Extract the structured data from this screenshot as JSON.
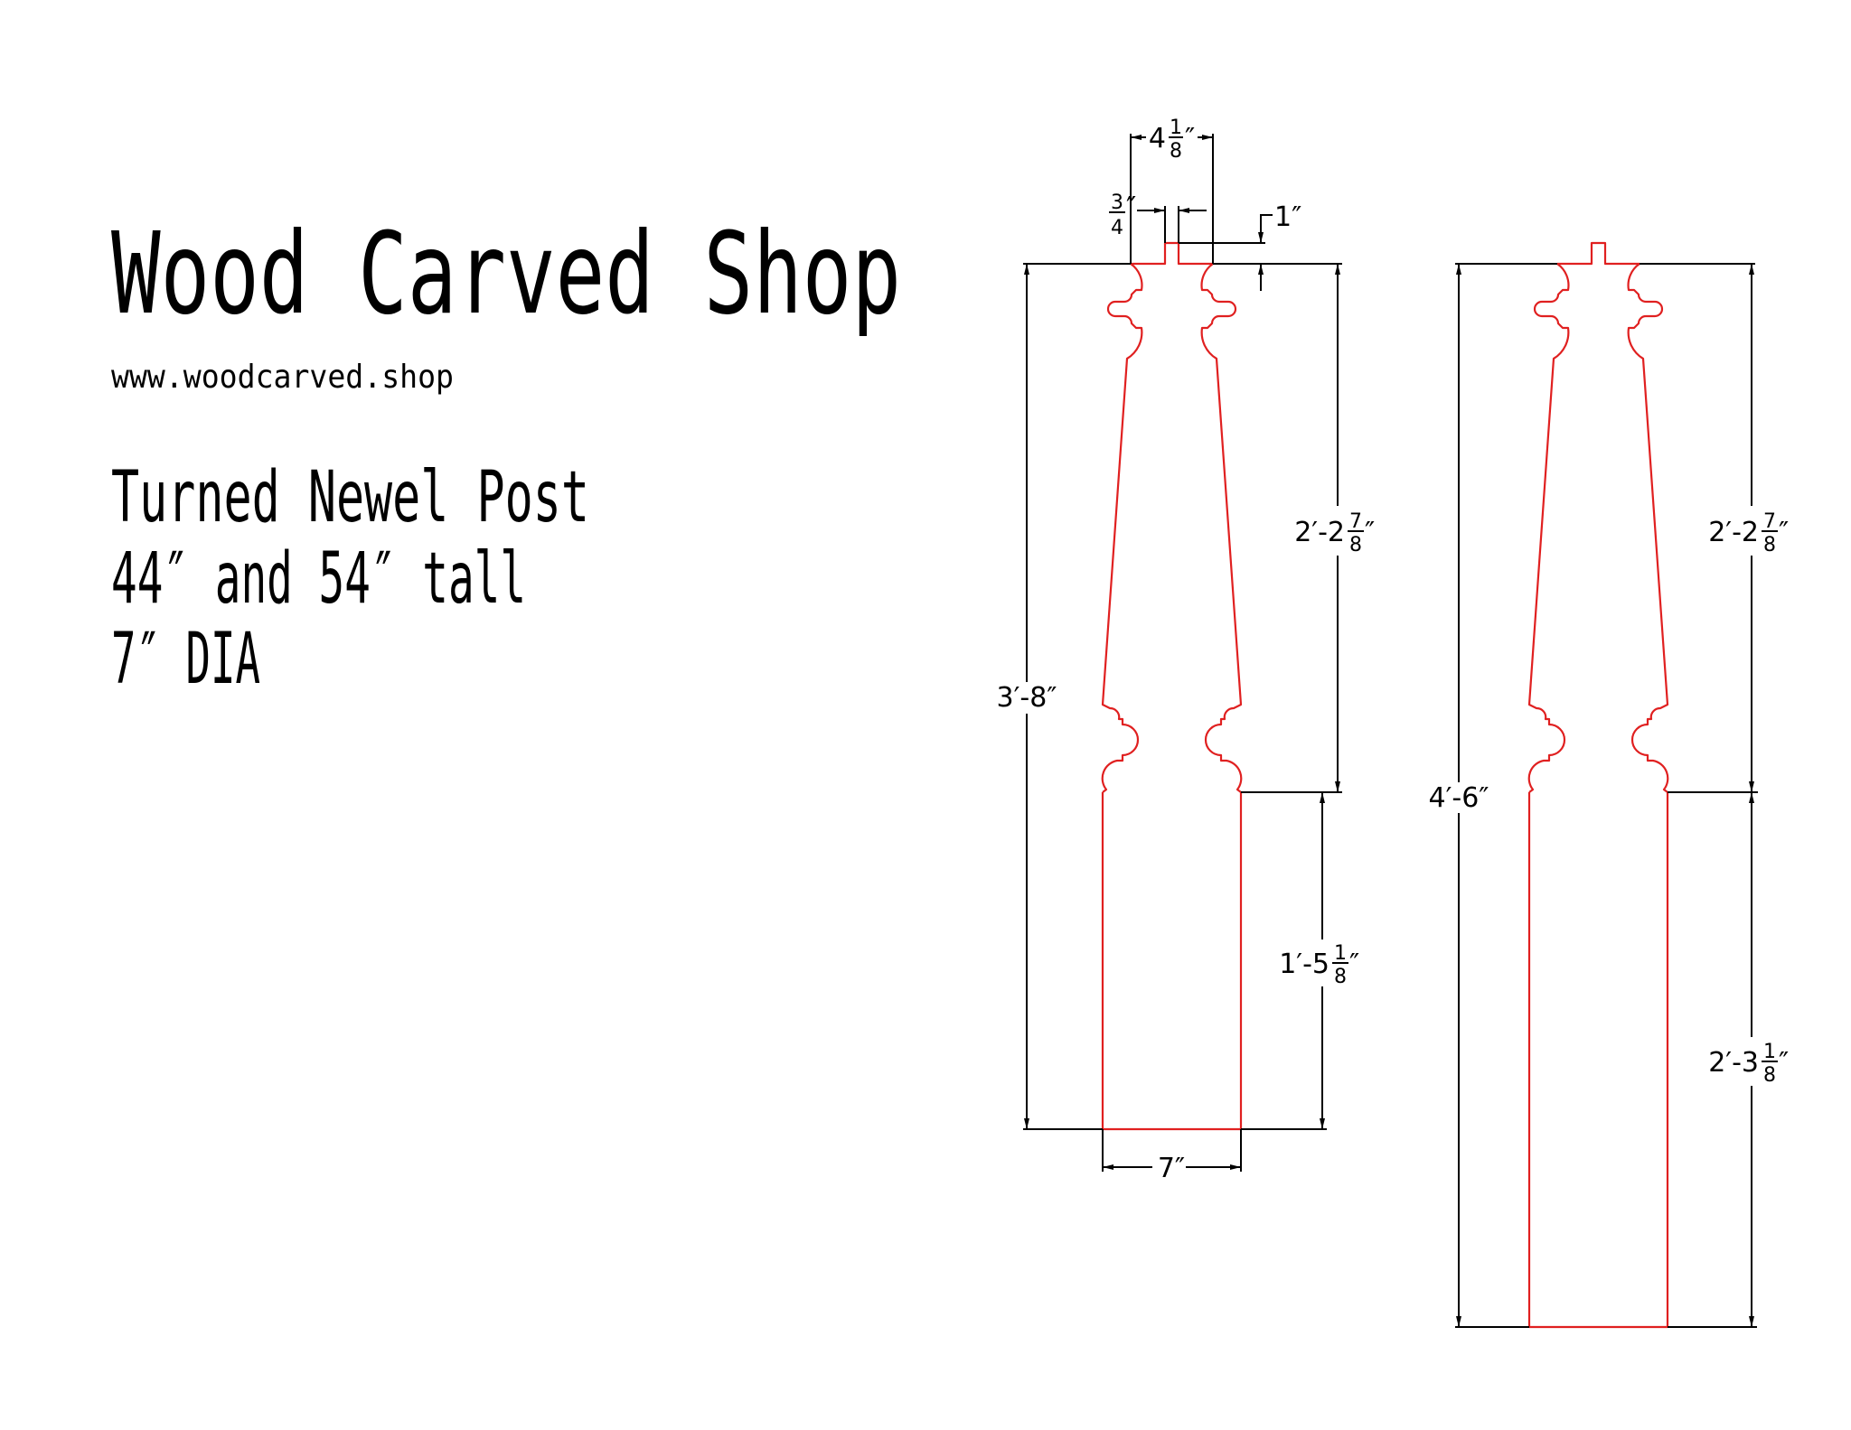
{
  "title": "Wood Carved Shop",
  "url": "www.woodcarved.shop",
  "description": [
    "Turned Newel Post",
    "44″ and 54″ tall",
    "7″ DIA"
  ],
  "colors": {
    "profile": "#e02020",
    "dimension": "#000000",
    "background": "#ffffff"
  },
  "dimensions": {
    "top_width": {
      "whole": "4",
      "num": "1",
      "den": "8",
      "unit": "″"
    },
    "tenon_width": {
      "num": "3",
      "den": "4",
      "unit": "″"
    },
    "tenon_height": "1″",
    "post_44": {
      "overall": "3′-8″",
      "upper": {
        "whole": "2′-2",
        "num": "7",
        "den": "8",
        "unit": "″"
      },
      "lower": {
        "whole": "1′-5",
        "num": "1",
        "den": "8",
        "unit": "″"
      },
      "diameter": "7″"
    },
    "post_54": {
      "overall": "4′-6″",
      "upper": {
        "whole": "2′-2",
        "num": "7",
        "den": "8",
        "unit": "″"
      },
      "lower": {
        "whole": "2′-3",
        "num": "1",
        "den": "8",
        "unit": "″"
      }
    }
  }
}
